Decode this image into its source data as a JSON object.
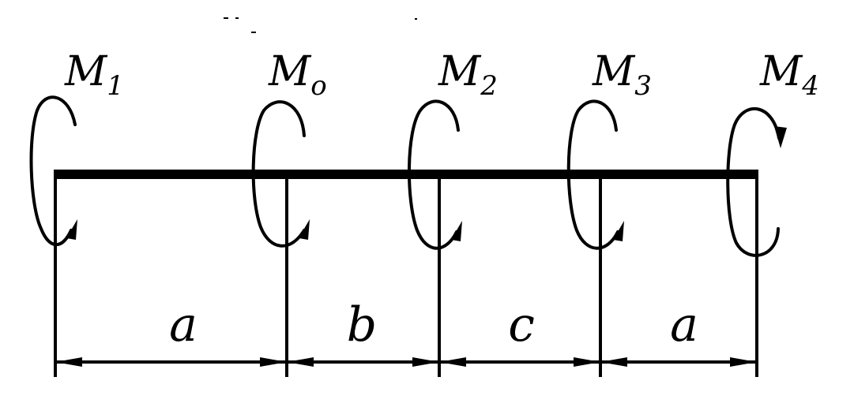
{
  "diagram": {
    "moments": [
      {
        "symbol": "M",
        "index": "1"
      },
      {
        "symbol": "M",
        "index": "o"
      },
      {
        "symbol": "M",
        "index": "2"
      },
      {
        "symbol": "M",
        "index": "3"
      },
      {
        "symbol": "M",
        "index": "4"
      }
    ],
    "dimensions": [
      "a",
      "b",
      "c",
      "a"
    ],
    "colors": {
      "ink": "#000000",
      "paper": "#ffffff"
    }
  }
}
